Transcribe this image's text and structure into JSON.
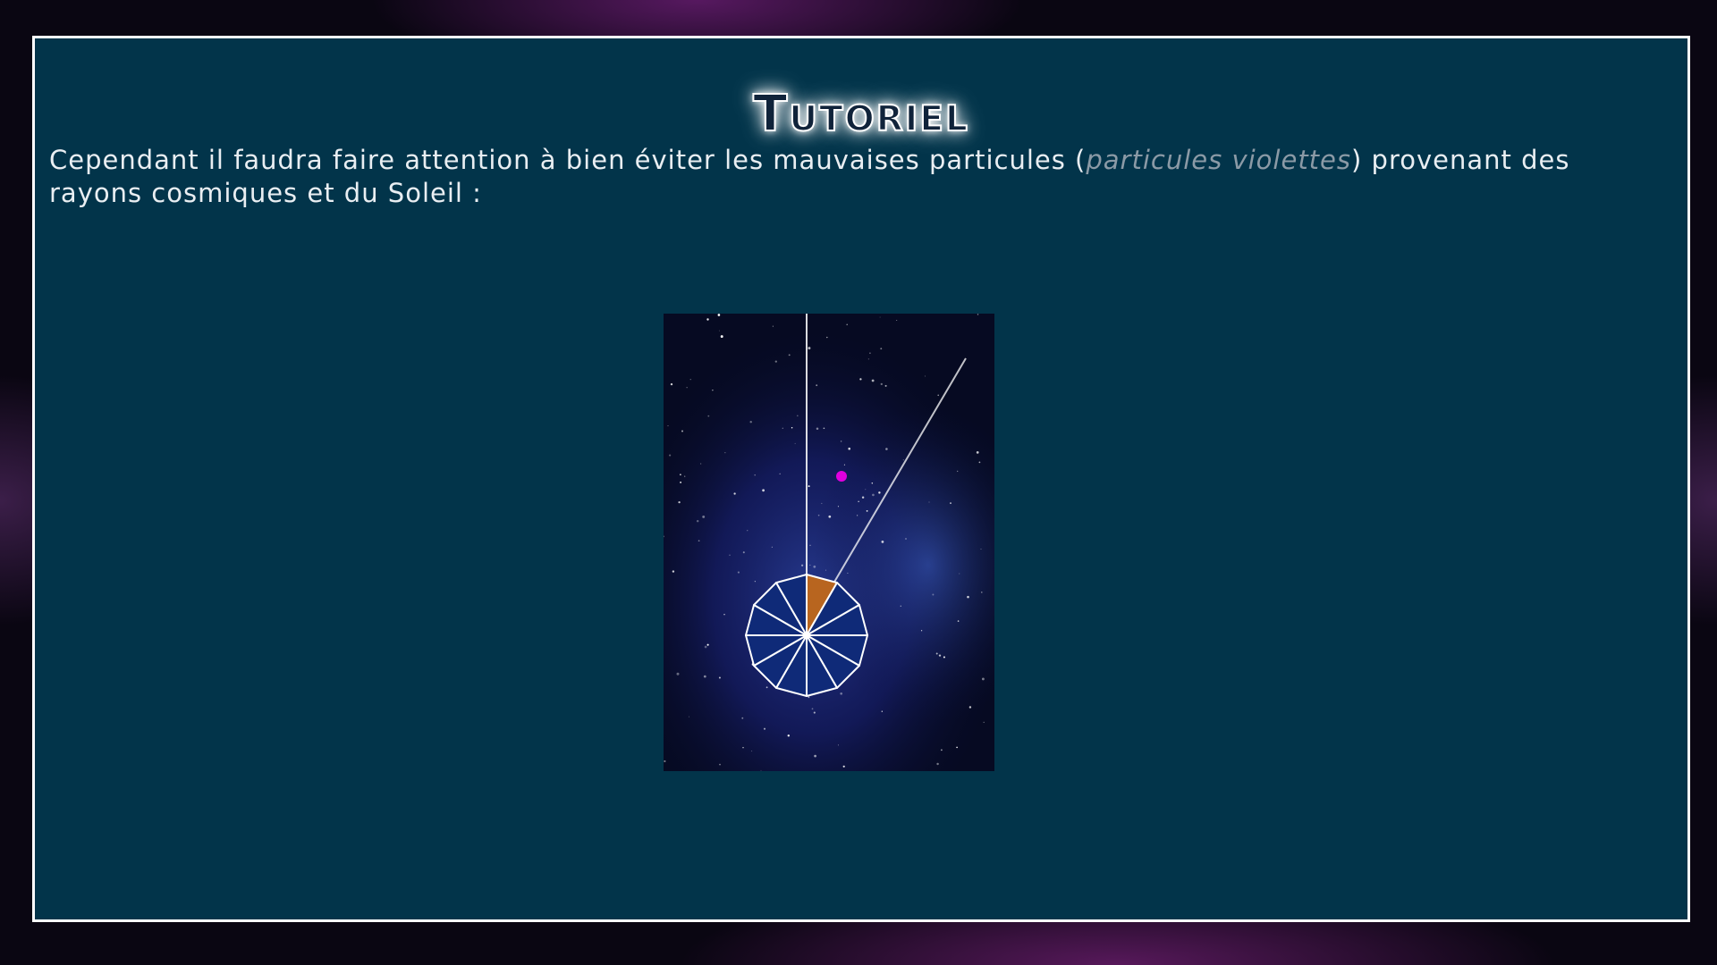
{
  "screen": {
    "title": "Tutoriel",
    "text_before": "Cependant il faudra faire attention à bien éviter les mauvaises particules (",
    "text_highlight": "particules violettes",
    "text_after": ") provenant des rayons cosmiques et du Soleil :"
  },
  "colors": {
    "panel_bg": "#02344a",
    "panel_border": "#ffffff",
    "bad_particle": "#e000e0",
    "shield_segment": "#0f2a78",
    "shield_active_segment": "#b8651f",
    "ray": "#ffffff"
  },
  "game": {
    "shield_segments": 12,
    "active_segment_index": 0,
    "bad_particles": 1,
    "rays": 2
  }
}
